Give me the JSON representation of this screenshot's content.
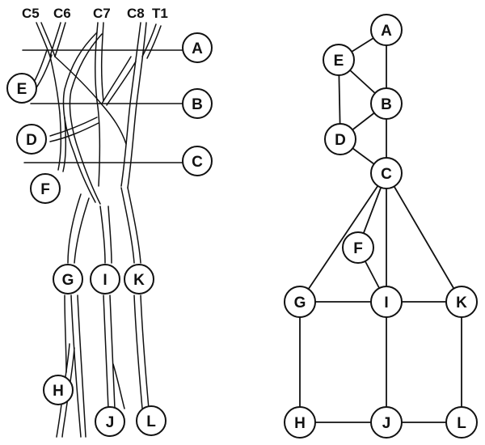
{
  "roots": [
    "C5",
    "C6",
    "C7",
    "C8",
    "T1"
  ],
  "anatomy_labels": [
    "A",
    "B",
    "C",
    "D",
    "E",
    "F",
    "G",
    "I",
    "K",
    "H",
    "J",
    "L"
  ],
  "graph_nodes": [
    "A",
    "E",
    "B",
    "D",
    "C",
    "F",
    "G",
    "I",
    "K",
    "H",
    "J",
    "L"
  ],
  "graph_edges": [
    [
      "A",
      "E"
    ],
    [
      "A",
      "B"
    ],
    [
      "E",
      "B"
    ],
    [
      "E",
      "D"
    ],
    [
      "B",
      "D"
    ],
    [
      "B",
      "C"
    ],
    [
      "D",
      "C"
    ],
    [
      "C",
      "F"
    ],
    [
      "C",
      "G"
    ],
    [
      "C",
      "I"
    ],
    [
      "C",
      "K"
    ],
    [
      "F",
      "I"
    ],
    [
      "G",
      "I"
    ],
    [
      "I",
      "K"
    ],
    [
      "G",
      "H"
    ],
    [
      "I",
      "J"
    ],
    [
      "K",
      "L"
    ],
    [
      "H",
      "J"
    ],
    [
      "J",
      "L"
    ]
  ]
}
